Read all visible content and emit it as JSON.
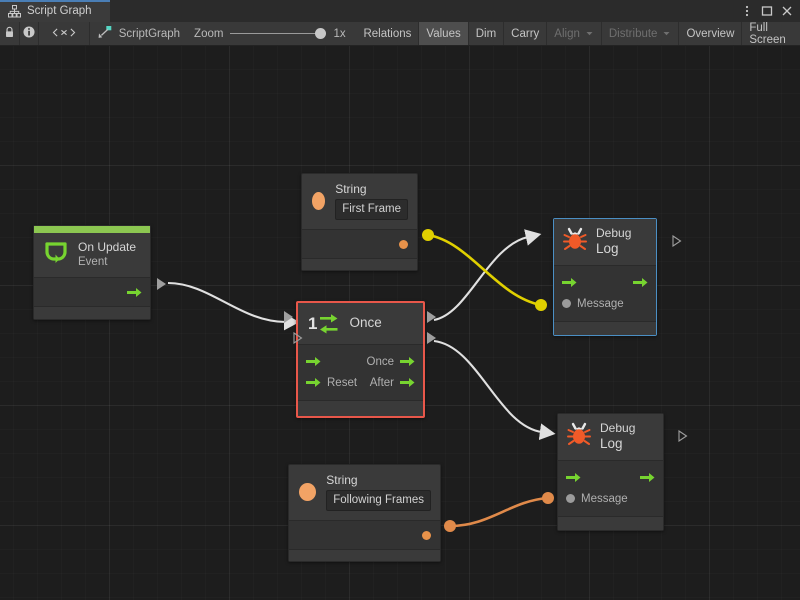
{
  "window": {
    "tab_label": "Script Graph",
    "tab_icon": "graph-hierarchy-icon",
    "controls": [
      {
        "name": "more-options",
        "icon": "kebab-menu-icon"
      },
      {
        "name": "maximize",
        "icon": "maximize-icon"
      },
      {
        "name": "close",
        "icon": "close-icon"
      }
    ]
  },
  "toolbar": {
    "lock_icon": "lock-icon",
    "info_icon": "info-icon",
    "code_icon": "angle-brackets-x-icon",
    "breadcrumb_icon": "script-graph-icon",
    "breadcrumb_label": "ScriptGraph",
    "zoom_label": "Zoom",
    "zoom_value": "1x",
    "zoom_percent": 100,
    "buttons": [
      {
        "label": "Relations",
        "active": false,
        "disabled": false,
        "dropdown": false
      },
      {
        "label": "Values",
        "active": true,
        "disabled": false,
        "dropdown": false
      },
      {
        "label": "Dim",
        "active": false,
        "disabled": false,
        "dropdown": false
      },
      {
        "label": "Carry",
        "active": false,
        "disabled": false,
        "dropdown": false
      },
      {
        "label": "Align",
        "active": false,
        "disabled": true,
        "dropdown": true
      },
      {
        "label": "Distribute",
        "active": false,
        "disabled": true,
        "dropdown": true
      },
      {
        "label": "Overview",
        "active": false,
        "disabled": false,
        "dropdown": false
      },
      {
        "label": "Full Screen",
        "active": false,
        "disabled": false,
        "dropdown": false
      }
    ]
  },
  "graph": {
    "nodes": {
      "on_update": {
        "title": "On Update",
        "subtitle": "Event",
        "icon": "loop-arrow-icon",
        "accent_color": "#8cc751",
        "selected": false
      },
      "string_first": {
        "title": "String",
        "value": "First Frame",
        "icon": "string-value-icon",
        "selected": false
      },
      "string_following": {
        "title": "String",
        "value": "Following Frames",
        "icon": "string-value-icon",
        "selected": false
      },
      "once": {
        "title": "Once",
        "badge": "1",
        "icon": "once-arrows-icon",
        "selected": true,
        "selection_color": "#e8574a",
        "inputs": [
          {
            "label": "",
            "type": "flow"
          },
          {
            "label": "Reset",
            "type": "flow"
          }
        ],
        "outputs": [
          {
            "label": "Once",
            "type": "flow"
          },
          {
            "label": "After",
            "type": "flow"
          }
        ]
      },
      "debug_log_top": {
        "title": "Debug",
        "subtitle": "Log",
        "icon": "bug-icon",
        "selected": true,
        "selection_color": "#4b8fc4",
        "input_value_label": "Message"
      },
      "debug_log_bottom": {
        "title": "Debug",
        "subtitle": "Log",
        "icon": "bug-icon",
        "selected": false,
        "input_value_label": "Message"
      }
    },
    "connections": [
      {
        "from": "on_update.flow_out",
        "to": "once.flow_in",
        "color": "#e0e0e0",
        "kind": "flow"
      },
      {
        "from": "once.once_out",
        "to": "debug_log_top.flow_in",
        "color": "#e0e0e0",
        "kind": "flow"
      },
      {
        "from": "once.after_out",
        "to": "debug_log_bottom.flow_in",
        "color": "#e0e0e0",
        "kind": "flow"
      },
      {
        "from": "string_first.value_out",
        "to": "debug_log_top.message_in",
        "color": "#e0d000",
        "kind": "value"
      },
      {
        "from": "string_following.value_out",
        "to": "debug_log_bottom.message_in",
        "color": "#e08a4a",
        "kind": "value"
      }
    ]
  },
  "colors": {
    "canvas_bg": "#1d1d1d",
    "node_bg": "#3a3a3a",
    "node_body_bg": "#333333",
    "event_green": "#8cc751",
    "flow_arrow_green": "#77d430",
    "string_orange": "#f2a365",
    "bug_orange": "#f05a28",
    "selection_red": "#e8574a",
    "selection_blue": "#4b8fc4",
    "wire_yellow": "#e0d000",
    "wire_orange": "#e08a4a",
    "tab_accent_blue": "#4a7eb5"
  }
}
